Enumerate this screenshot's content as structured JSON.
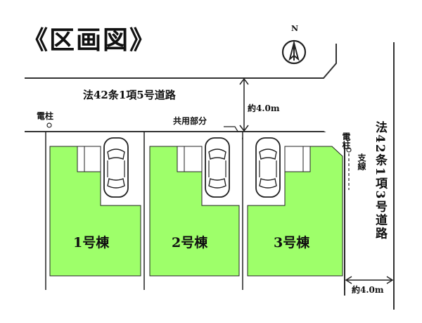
{
  "title": "《区画図》",
  "compass": {
    "label": "N"
  },
  "roads": {
    "main_label": "法42条1項5号道路",
    "main_width": "約4.0m",
    "side_label": "法42条1項3号道路",
    "side_width": "約4.0m"
  },
  "shared_area_label": "共用部分",
  "pole_left": "電柱",
  "pole_right": "電柱",
  "support_wire": "支線",
  "lots": [
    {
      "label": "1号棟"
    },
    {
      "label": "2号棟"
    },
    {
      "label": "3号棟"
    }
  ],
  "colors": {
    "lot_fill": "#9eff6a",
    "line": "#222222"
  }
}
